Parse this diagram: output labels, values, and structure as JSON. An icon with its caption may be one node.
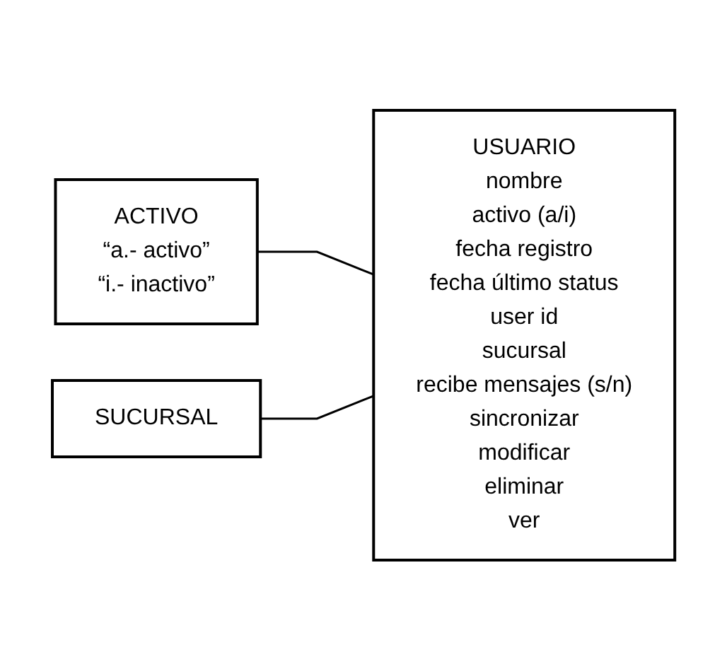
{
  "diagram": {
    "nodes": [
      {
        "text": [
          "USUARIO",
          "nombre",
          "activo (a/i)",
          "fecha registro",
          "fecha último status",
          "user id",
          "sucursal",
          "recibe mensajes (s/n)",
          "sincronizar",
          "modificar",
          "eliminar",
          "ver"
        ]
      },
      {
        "text": [
          "ACTIVO",
          "“a.- activo”",
          "“i.- inactivo”"
        ]
      },
      {
        "text": [
          "SUCURSAL"
        ]
      }
    ],
    "edges": [
      {
        "from": 1,
        "to": 0,
        "arrow": "none"
      },
      {
        "from": 2,
        "to": 0,
        "arrow": "none"
      }
    ]
  }
}
